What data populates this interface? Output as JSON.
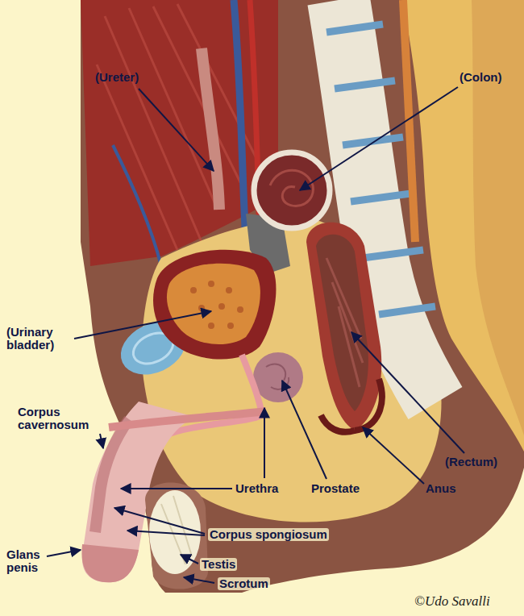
{
  "diagram": {
    "labels": [
      "(Ureter)",
      "(Colon)",
      "(Urinary bladder)",
      "Corpus cavernosum",
      "Urethra",
      "Prostate",
      "(Rectum)",
      "Anus",
      "Corpus spongiosum",
      "Glans penis",
      "Testis",
      "Scrotum",
      "©Udo Savalli"
    ]
  }
}
